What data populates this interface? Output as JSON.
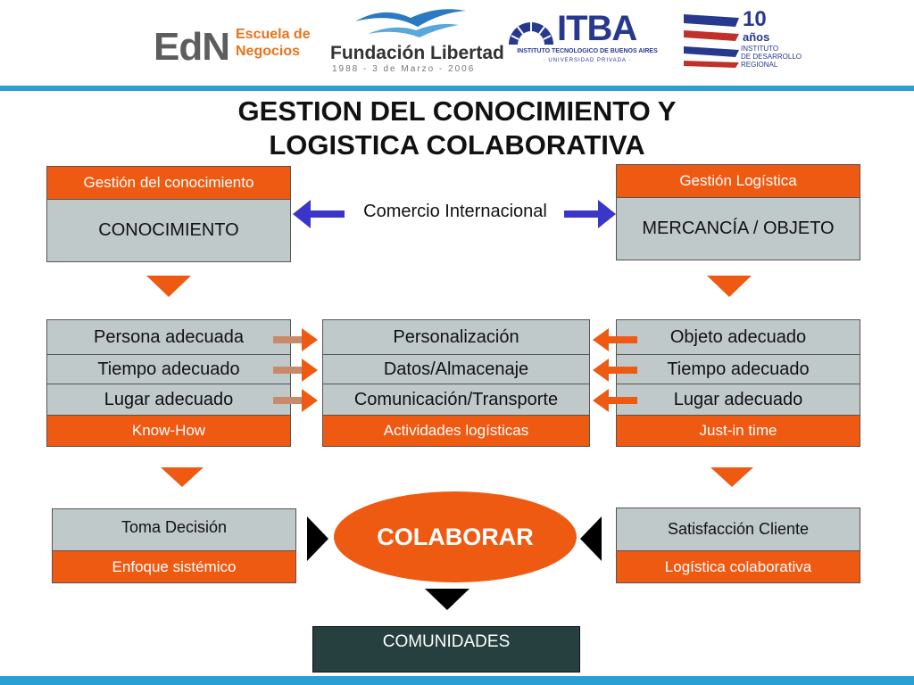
{
  "logos": {
    "edn": {
      "mark": "EdN",
      "line1": "Escuela de",
      "line2": "Negocios"
    },
    "fundacion": {
      "name": "Fundación Libertad",
      "dates": "1988 - 3 de Marzo - 2006"
    },
    "itba": {
      "name": "ITBA",
      "subtitle": "INSTITUTO TECNOLOGICO DE BUENOS AIRES",
      "tagline": "· UNIVERSIDAD PRIVADA ·"
    },
    "idr": {
      "years": "10",
      "years_label": "años",
      "line1": "INSTITUTO",
      "line2": "DE DESARROLLO",
      "line3": "REGIONAL"
    }
  },
  "title": {
    "line1": "GESTION DEL CONOCIMIENTO Y",
    "line2": "LOGISTICA COLABORATIVA"
  },
  "left_top": {
    "header": "Gestión del conocimiento",
    "body": "CONOCIMIENTO"
  },
  "right_top": {
    "header": "Gestión Logística",
    "body": "MERCANCÍA / OBJETO"
  },
  "center_top": {
    "label": "Comercio Internacional"
  },
  "left_mid": {
    "items": [
      "Persona adecuada",
      "Tiempo adecuado",
      "Lugar adecuado"
    ],
    "footer": "Know-How"
  },
  "center_mid": {
    "items": [
      "Personalización",
      "Datos/Almacenaje",
      "Comunicación/Transporte"
    ],
    "footer": "Actividades logísticas"
  },
  "right_mid": {
    "items": [
      "Objeto adecuado",
      "Tiempo adecuado",
      "Lugar adecuado"
    ],
    "footer": "Just-in time"
  },
  "left_bottom": {
    "top": "Toma Decisión",
    "bottom": "Enfoque  sistémico"
  },
  "right_bottom": {
    "top": "Satisfacción Cliente",
    "bottom": "Logística colaborativa"
  },
  "center_bottom": {
    "ellipse": "COLABORAR",
    "box": "COMUNIDADES"
  },
  "colors": {
    "orange": "#ef5a13",
    "grey": "#bfc9ca",
    "dark_teal": "#26403f",
    "blue_arrow": "#3a36c8",
    "accent_blue": "#2a9fd6"
  }
}
